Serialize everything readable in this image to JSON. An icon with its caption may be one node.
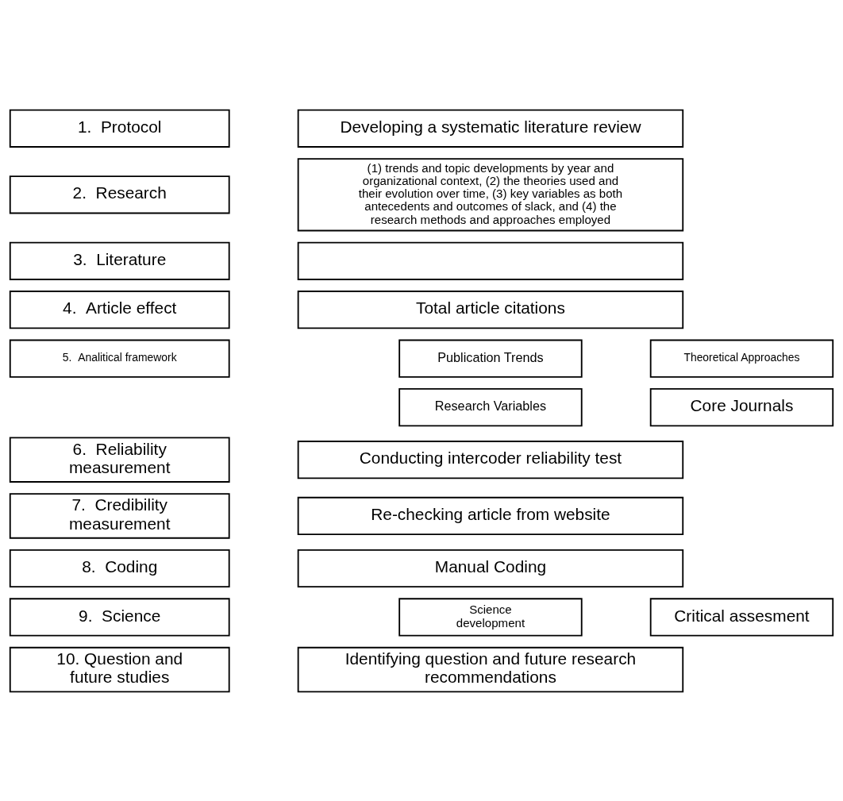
{
  "diagram": {
    "nodes": [
      {
        "text": [
          "1.  Protocol"
        ]
      },
      {
        "text": [
          "Developing a systematic literature review"
        ]
      },
      {
        "text": [
          "2.  Research"
        ]
      },
      {
        "text": [
          "(1) trends and topic developments by year and organizational context, (2) the theories used and their evolution over time, (3) key variables as both antecedents and outcomes of slack, and (4) the research methods and approaches employed"
        ]
      },
      {
        "text": [
          "3.  Literature"
        ]
      },
      {
        "text": [],
        "shape": "box"
      },
      {
        "text": [
          "4.  Article effect"
        ]
      },
      {
        "text": [
          "Total article citations"
        ]
      },
      {
        "text": [
          "5.  Analitical framework"
        ]
      },
      {
        "text": [
          "Publication Trends"
        ]
      },
      {
        "text": [
          "Theoretical Approaches"
        ]
      },
      {
        "text": [
          "Research Variables"
        ]
      },
      {
        "text": [
          "Core Journals"
        ]
      },
      {
        "text": [
          "6.  Reliability measurement"
        ]
      },
      {
        "text": [
          "Conducting intercoder reliability test"
        ]
      },
      {
        "text": [
          "7.  Credibility measurement"
        ]
      },
      {
        "text": [
          "Re-checking article from website"
        ]
      },
      {
        "text": [
          "8.  Coding"
        ]
      },
      {
        "text": [
          "Manual Coding"
        ]
      },
      {
        "text": [
          "9.  Science"
        ]
      },
      {
        "text": [
          "Science development"
        ]
      },
      {
        "text": [
          "Critical assesment"
        ]
      },
      {
        "text": [
          "10. Question and future studies"
        ]
      },
      {
        "text": [
          "Identifying question and future research recommendations"
        ]
      }
    ],
    "edges": []
  }
}
